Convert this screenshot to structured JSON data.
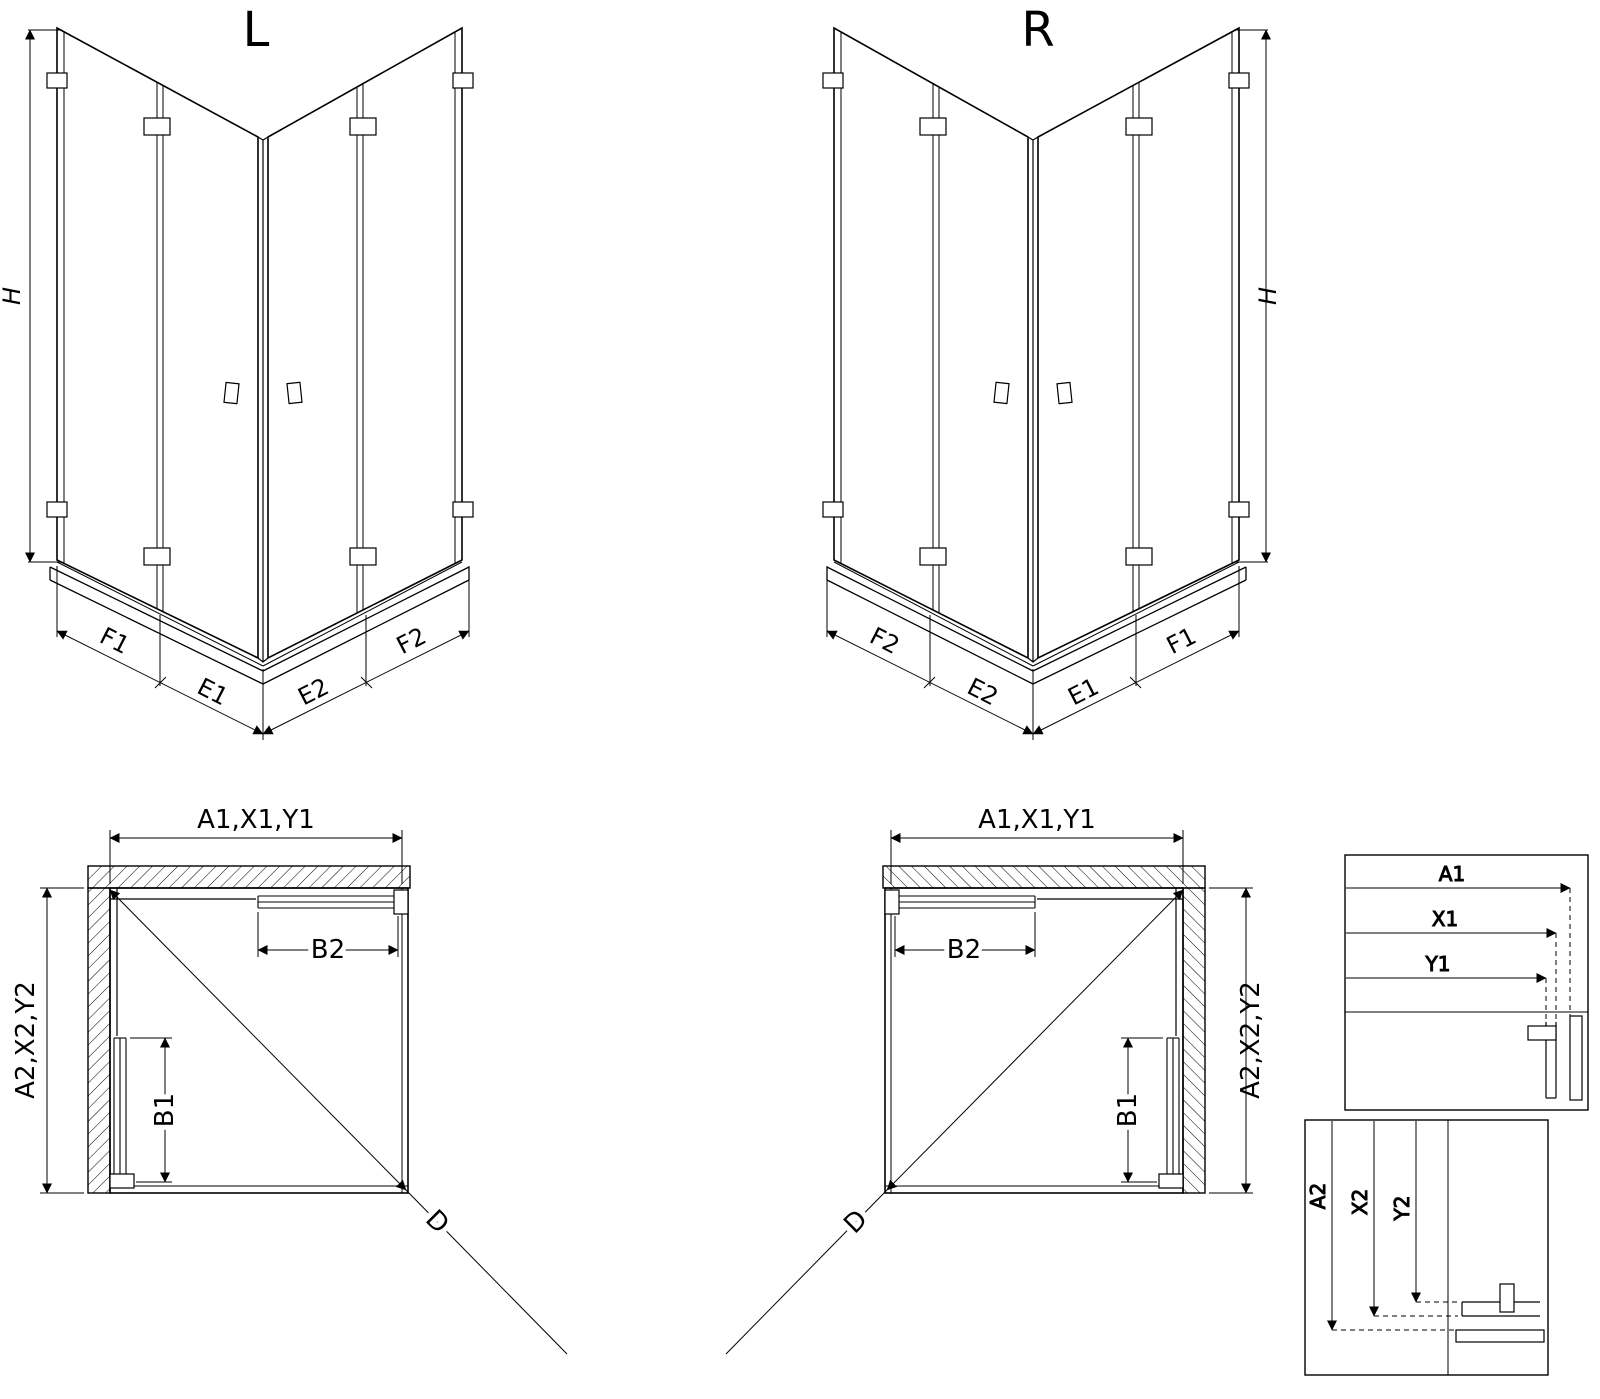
{
  "colors": {
    "line": "#000000",
    "background": "#ffffff"
  },
  "iso_left": {
    "variant_label": "L",
    "height_label": "H",
    "front_left_outer_label": "F1",
    "front_left_inner_label": "E1",
    "front_right_inner_label": "E2",
    "front_right_outer_label": "F2"
  },
  "iso_right": {
    "variant_label": "R",
    "height_label": "H",
    "front_left_outer_label": "F2",
    "front_left_inner_label": "E2",
    "front_right_inner_label": "E1",
    "front_right_outer_label": "F1"
  },
  "plan_left": {
    "width_label": "A1,X1,Y1",
    "depth_label": "A2,X2,Y2",
    "door_top_label": "B2",
    "door_side_label": "B1",
    "diagonal_label": "D"
  },
  "plan_right": {
    "width_label": "A1,X1,Y1",
    "depth_label": "A2,X2,Y2",
    "door_top_label": "B2",
    "door_side_label": "B1",
    "diagonal_label": "D"
  },
  "detail_width": {
    "a1": "A1",
    "x1": "X1",
    "y1": "Y1"
  },
  "detail_depth": {
    "a2": "A2",
    "x2": "X2",
    "y2": "Y2"
  }
}
